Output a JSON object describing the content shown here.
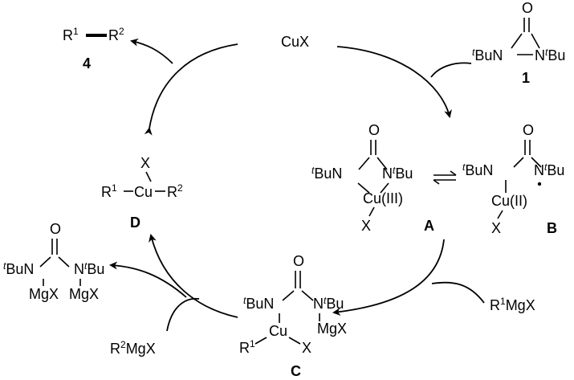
{
  "catalyst": "CuX",
  "product": {
    "r1": "R",
    "s1": "1",
    "r2": "R",
    "s2": "2",
    "number": "4"
  },
  "diaziridinone": {
    "o": "O",
    "tbu_prefix": "t",
    "bu": "Bu",
    "n": "N",
    "number": "1"
  },
  "species_A": {
    "o": "O",
    "n": "N",
    "tbu_prefix": "t",
    "bu": "Bu",
    "cu": "Cu(III)",
    "x": "X",
    "label": "A"
  },
  "species_B": {
    "o": "O",
    "n": "N",
    "tbu_prefix": "t",
    "bu": "Bu",
    "cu": "Cu(II)",
    "x": "X",
    "label": "B"
  },
  "species_C": {
    "o": "O",
    "n": "N",
    "tbu_prefix": "t",
    "bu": "Bu",
    "cu": "Cu",
    "mgx": "MgX",
    "r": "R",
    "s1": "1",
    "x": "X",
    "label": "C"
  },
  "species_D": {
    "x": "X",
    "r": "R",
    "s1": "1",
    "cu": "Cu",
    "s2": "2",
    "label": "D"
  },
  "byproduct": {
    "o": "O",
    "n": "N",
    "tbu_prefix": "t",
    "bu": "Bu",
    "mgx": "MgX"
  },
  "reagent_1": {
    "r": "R",
    "s": "1",
    "mgx": "MgX"
  },
  "reagent_2": {
    "r": "R",
    "s": "2",
    "mgx": "MgX"
  }
}
